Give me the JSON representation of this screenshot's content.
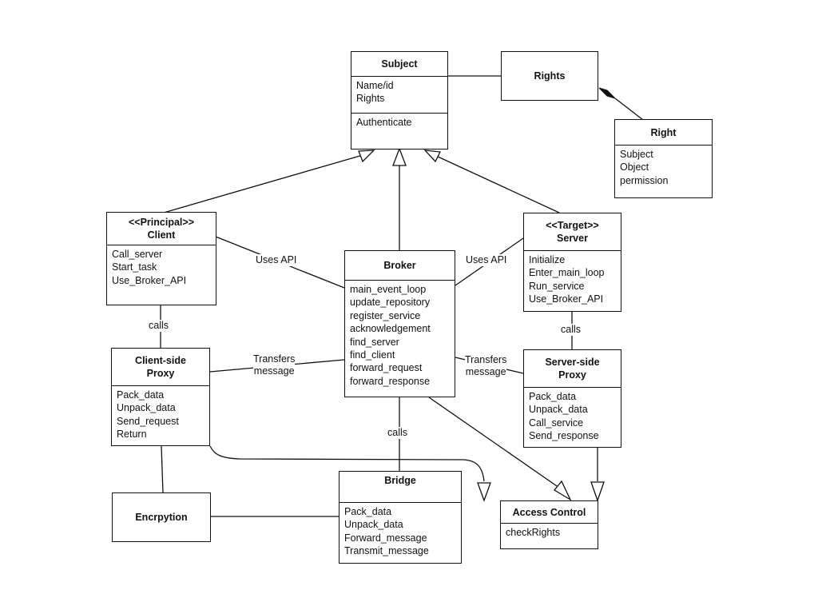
{
  "classes": {
    "subject": {
      "name": "Subject",
      "attributes": [
        "Name/id",
        "Rights"
      ],
      "operations": [
        "Authenticate"
      ]
    },
    "rights": {
      "name": "Rights"
    },
    "right": {
      "name": "Right",
      "attributes": [
        "Subject",
        "Object",
        "permission"
      ]
    },
    "client": {
      "stereotype": "<<Principal>>",
      "name": "Client",
      "operations": [
        "Call_server",
        "Start_task",
        "Use_Broker_API"
      ]
    },
    "server": {
      "stereotype": "<<Target>>",
      "name": "Server",
      "operations": [
        "Initialize",
        "Enter_main_loop",
        "Run_service",
        "Use_Broker_API"
      ]
    },
    "broker": {
      "name": "Broker",
      "operations": [
        "main_event_loop",
        "update_repository",
        "register_service",
        "acknowledgement",
        "find_server",
        "find_client",
        "forward_request",
        "forward_response"
      ]
    },
    "client_proxy": {
      "name_line1": "Client-side",
      "name_line2": "Proxy",
      "operations": [
        "Pack_data",
        "Unpack_data",
        "Send_request",
        "Return"
      ]
    },
    "server_proxy": {
      "name_line1": "Server-side",
      "name_line2": "Proxy",
      "operations": [
        "Pack_data",
        "Unpack_data",
        "Call_service",
        "Send_response"
      ]
    },
    "bridge": {
      "name": "Bridge",
      "operations": [
        "Pack_data",
        "Unpack_data",
        "Forward_message",
        "Transmit_message"
      ]
    },
    "encryption": {
      "name": "Encrpytion"
    },
    "access_control": {
      "name": "Access Control",
      "operations": [
        "checkRights"
      ]
    }
  },
  "labels": {
    "uses_api_left": "Uses API",
    "uses_api_right": "Uses API",
    "calls_client": "calls",
    "calls_server": "calls",
    "calls_broker": "calls",
    "transfers_left_1": "Transfers",
    "transfers_left_2": "message",
    "transfers_right_1": "Transfers",
    "transfers_right_2": "message"
  },
  "colors": {
    "line": "#111111",
    "background": "#ffffff"
  }
}
